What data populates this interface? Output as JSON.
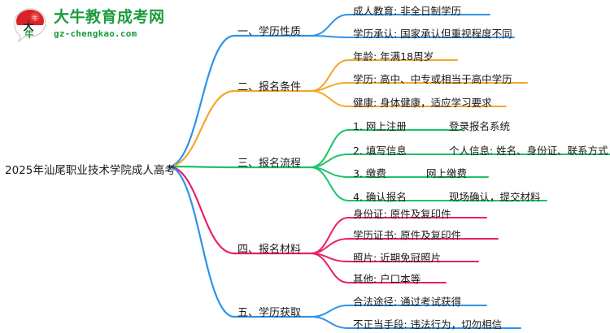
{
  "logo": {
    "mark_text": "大牛",
    "title": "大牛教育成考网",
    "subtitle": "gz-chengkao.com",
    "brand_color": "#1a9c3c",
    "mark_color": "#d8232a"
  },
  "mindmap": {
    "root": "2025年汕尾职业技术学院成人高考",
    "branches": [
      {
        "label": "一、学历性质",
        "color": "#2f93e8",
        "children": [
          {
            "label": "成人教育: 非全日制学历",
            "detail": ""
          },
          {
            "label": "学历承认: 国家承认但重视程度不同",
            "detail": ""
          }
        ]
      },
      {
        "label": "二、报名条件",
        "color": "#f0a82a",
        "children": [
          {
            "label": "年龄: 年满18周岁",
            "detail": ""
          },
          {
            "label": "学历: 高中、中专或相当于高中学历",
            "detail": ""
          },
          {
            "label": "健康: 身体健康，适应学习要求",
            "detail": ""
          }
        ]
      },
      {
        "label": "三、报名流程",
        "color": "#1fc268",
        "children": [
          {
            "label": "1. 网上注册",
            "detail": "登录报名系统"
          },
          {
            "label": "2. 填写信息",
            "detail": "个人信息: 姓名、身份证、联系方式"
          },
          {
            "label": "3. 缴费",
            "detail": "网上缴费"
          },
          {
            "label": "4. 确认报名",
            "detail": "现场确认，提交材料"
          }
        ]
      },
      {
        "label": "四、报名材料",
        "color": "#ea1f68",
        "children": [
          {
            "label": "身份证: 原件及复印件",
            "detail": ""
          },
          {
            "label": "学历证书: 原件及复印件",
            "detail": ""
          },
          {
            "label": "照片: 近期免冠照片",
            "detail": ""
          },
          {
            "label": "其他: 户口本等",
            "detail": ""
          }
        ]
      },
      {
        "label": "五、学历获取",
        "color": "#2f93e8",
        "children": [
          {
            "label": "合法途径: 通过考试获得",
            "detail": ""
          },
          {
            "label": "不正当手段: 违法行为，切勿相信",
            "detail": ""
          }
        ]
      }
    ]
  }
}
